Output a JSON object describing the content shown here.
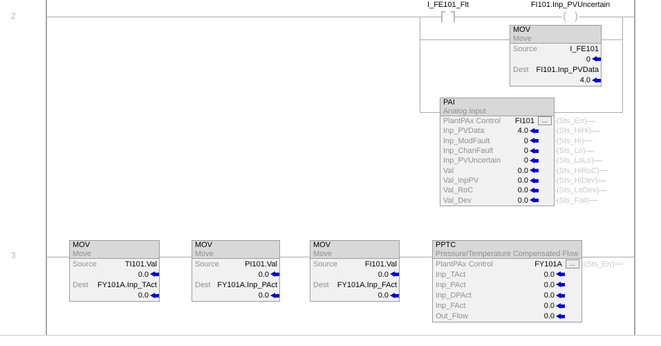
{
  "editor": {
    "colors": {
      "wire": "#aaaaaa",
      "block_header_bg": "#d8d8d8",
      "block_body_bg": "#f1f1f1",
      "value_arrow_blue": "#0000dd",
      "status_coil_gray": "#c8c8c8"
    },
    "rung2": {
      "number": "2",
      "contact_tag": "I_FE101_Flt",
      "coil_tag": "FI101.Inp_PVUncertain",
      "mov": {
        "title": "MOV",
        "desc": "Move",
        "source_label": "Source",
        "source_tag": "I_FE101",
        "source_value": "0",
        "dest_label": "Dest",
        "dest_tag": "FI101.Inp_PVData",
        "dest_value": "4.0"
      },
      "pai": {
        "title": "PAI",
        "desc": "Analog Input",
        "browse_label": "...",
        "params": [
          {
            "label": "PlantPAx Control",
            "value": "FI101"
          },
          {
            "label": "Inp_PVData",
            "value": "4.0"
          },
          {
            "label": "Inp_ModFault",
            "value": "0"
          },
          {
            "label": "Inp_ChanFault",
            "value": "0"
          },
          {
            "label": "Inp_PVUncertain",
            "value": "0"
          },
          {
            "label": "Val",
            "value": "0.0"
          },
          {
            "label": "Val_InpPV",
            "value": "0.0"
          },
          {
            "label": "Val_RoC",
            "value": "0.0"
          },
          {
            "label": "Val_Dev",
            "value": "0.0"
          }
        ],
        "status_coils": [
          "Sts_Err",
          "Sts_HiHi",
          "Sts_Hi",
          "Sts_Lo",
          "Sts_LoLo",
          "Sts_HiRoC",
          "Sts_HiDev",
          "Sts_LoDev",
          "Sts_Fail"
        ]
      }
    },
    "rung3": {
      "number": "3",
      "mov_t": {
        "title": "MOV",
        "desc": "Move",
        "source_label": "Source",
        "source_tag": "TI101.Val",
        "source_value": "0.0",
        "dest_label": "Dest",
        "dest_tag": "FY101A.Inp_TAct",
        "dest_value": "0.0"
      },
      "mov_p": {
        "title": "MOV",
        "desc": "Move",
        "source_label": "Source",
        "source_tag": "PI101.Val",
        "source_value": "0.0",
        "dest_label": "Dest",
        "dest_tag": "FY101A.Inp_PAct",
        "dest_value": "0.0"
      },
      "mov_f": {
        "title": "MOV",
        "desc": "Move",
        "source_label": "Source",
        "source_tag": "FI101.Val",
        "source_value": "0.0",
        "dest_label": "Dest",
        "dest_tag": "FY101A.Inp_FAct",
        "dest_value": "0.0"
      },
      "pptc": {
        "title": "PPTC",
        "desc": "Pressure/Temperature Compensated Flow",
        "browse_label": "...",
        "params": [
          {
            "label": "PlantPAx Control",
            "value": "FY101A"
          },
          {
            "label": "Inp_TAct",
            "value": "0.0"
          },
          {
            "label": "Inp_PAct",
            "value": "0.0"
          },
          {
            "label": "Inp_DPAct",
            "value": "0.0"
          },
          {
            "label": "Inp_FAct",
            "value": "0.0"
          },
          {
            "label": "Out_Flow",
            "value": "0.0"
          }
        ],
        "status_coils": [
          "Sts_Err"
        ]
      }
    }
  }
}
